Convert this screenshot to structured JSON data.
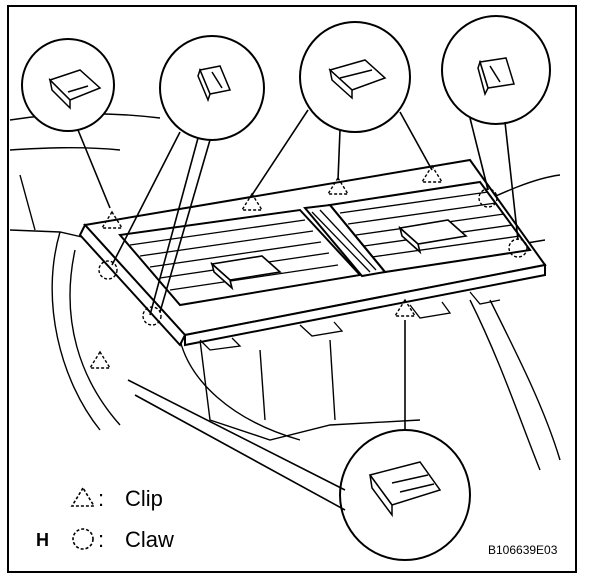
{
  "legend": {
    "clip": {
      "symbol": "△:",
      "label": "Clip"
    },
    "claw": {
      "prefix": "H",
      "symbol": "◌:",
      "label": "Claw"
    }
  },
  "figure_code": "B106639E03",
  "symbols": {
    "clip": "dashed-triangle",
    "claw": "dashed-circle"
  },
  "colors": {
    "line": "#000000",
    "background": "#ffffff"
  }
}
